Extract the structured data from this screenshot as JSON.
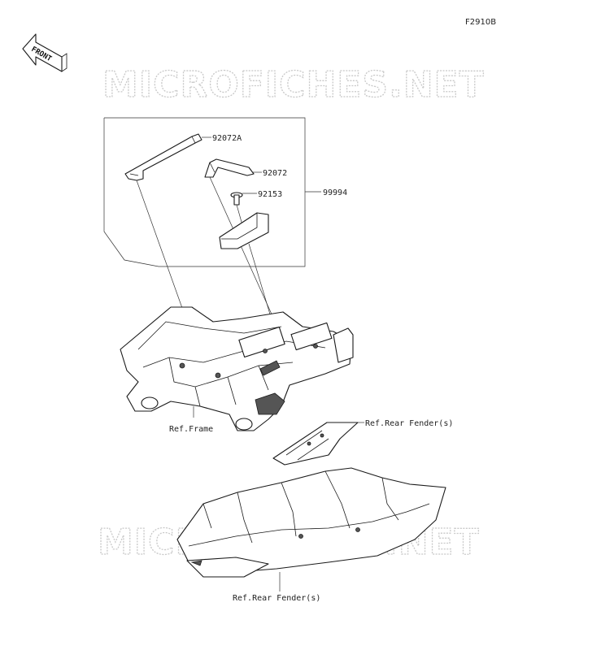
{
  "figure_code": "F2910B",
  "front_arrow_label": "FRONT",
  "watermark_text": "MICROFICHES.NET",
  "callouts": {
    "strap_a": "92072A",
    "strap": "92072",
    "bolt": "92153",
    "set": "99994",
    "frame": "Ref.Frame",
    "fender_upper": "Ref.Rear Fender(s)",
    "fender_lower": "Ref.Rear Fender(s)"
  }
}
